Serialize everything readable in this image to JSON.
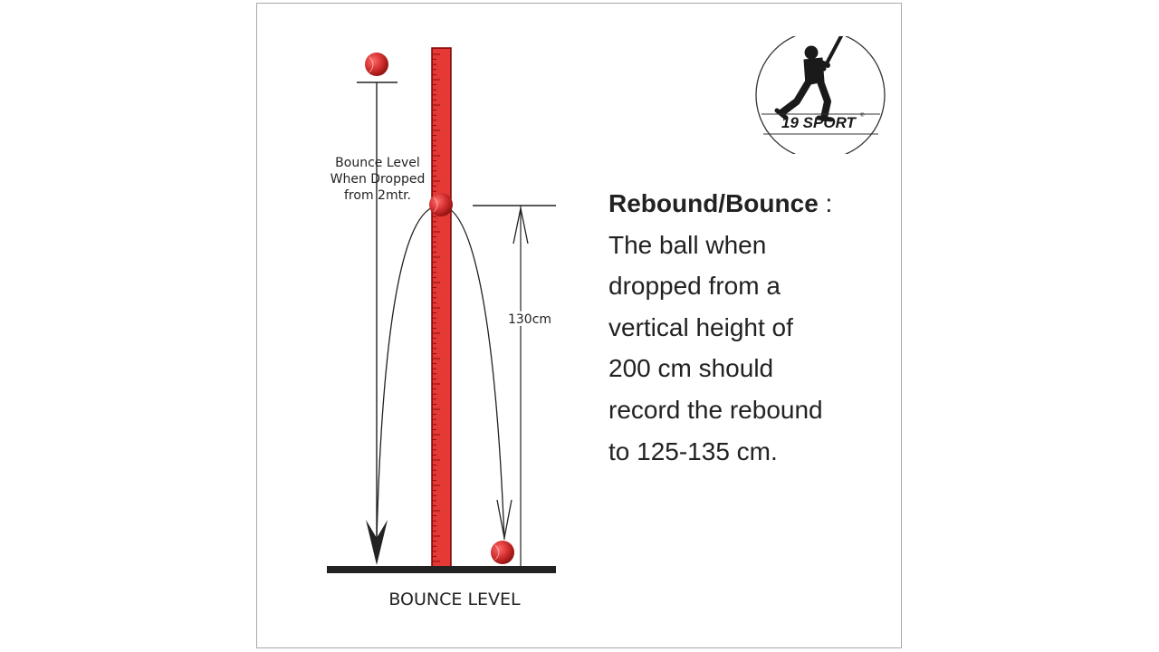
{
  "logo": {
    "brand": "19 SPORT",
    "mark": "®"
  },
  "diagram": {
    "drop_label": [
      "Bounce Level",
      "When Dropped",
      "from 2mtr."
    ],
    "rebound_label": "130cm",
    "ground_label": "BOUNCE LEVEL"
  },
  "description": {
    "term": "Rebound/Bounce",
    "separator": " :",
    "lines": [
      "The ball when",
      "dropped from a",
      "vertical height of",
      "200 cm should",
      "record the rebound",
      "to 125-135 cm."
    ]
  },
  "colors": {
    "scale_red": "#e53935",
    "scale_border": "#8b0000",
    "ball": "#d32f2f",
    "ink": "#222222",
    "card_border": "#a9a9a9"
  }
}
